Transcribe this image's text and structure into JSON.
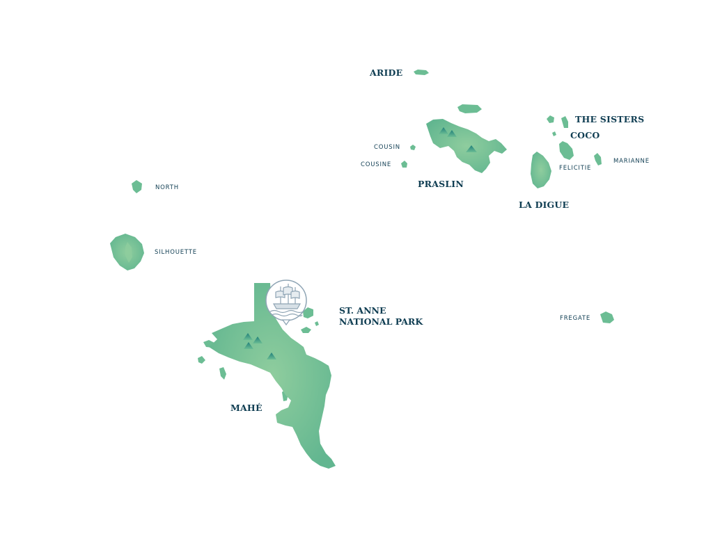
{
  "colors": {
    "land": "#6cbd94",
    "land_light": "#8fcd9e",
    "land_dark": "#58a886",
    "peak": "#2f8b7f",
    "label": "#0f3d52",
    "marker_stroke": "#8ea4b4",
    "marker_fill": "#ffffff",
    "ship": "#a5b5c2"
  },
  "icons": {
    "marker": "ship-marker-icon",
    "peak": "mountain-peak-icon"
  },
  "labels": {
    "aride": "ARIDE",
    "the_sisters": "THE SISTERS",
    "coco": "COCO",
    "cousin": "COUSIN",
    "cousine": "COUSINE",
    "felicitie": "FELICITIE",
    "marianne": "MARIANNE",
    "praslin": "PRASLIN",
    "la_digue": "LA DIGUE",
    "north": "NORTH",
    "silhouette": "SILHOUETTE",
    "st_anne_line1": "ST. ANNE",
    "st_anne_line2": "NATIONAL PARK",
    "fregate": "FREGATE",
    "mahe": "MAHÉ"
  }
}
